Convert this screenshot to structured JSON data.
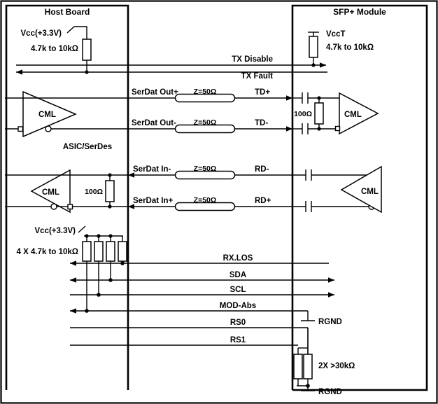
{
  "diagram": {
    "title_host": "Host Board",
    "title_module": "SFP+ Module",
    "host_supply_label": "Vcc(+3.3V)",
    "host_pullup_value": "4.7k to 10kΩ",
    "module_supply_label": "VccT",
    "module_pullup_value": "4.7k to 10kΩ",
    "asic_label": "ASIC/SerDes",
    "amp_tx_host": "CML",
    "amp_tx_module": "CML",
    "amp_rx_host": "CML",
    "amp_rx_module": "CML",
    "term_tx_module": "100Ω",
    "term_rx_host": "100Ω",
    "host_bank_supply": "Vcc(+3.3V)",
    "host_bank_value": "4 X 4.7k to 10kΩ",
    "rs_resistor_value": "2X  >30kΩ",
    "rgnd_top": "RGND",
    "rgnd_bottom": "RGND",
    "impedance": "Z=50Ω",
    "colors": {
      "ink": "#000000",
      "paper": "#ffffff"
    },
    "signals": {
      "tx_disable": "TX Disable",
      "tx_fault": "TX Fault",
      "serdat_out_p": "SerDat Out+",
      "serdat_out_n": "SerDat Out-",
      "td_p": "TD+",
      "td_n": "TD-",
      "serdat_in_n": "SerDat In-",
      "serdat_in_p": "SerDat In+",
      "rd_n": "RD-",
      "rd_p": "RD+",
      "rx_los": "RX.LOS",
      "sda": "SDA",
      "scl": "SCL",
      "mod_abs": "MOD-Abs",
      "rs0": "RS0",
      "rs1": "RS1"
    },
    "impedance_labels": {
      "tx_p": "Z=50Ω",
      "tx_n": "Z=50Ω",
      "rx_n": "Z=50Ω",
      "rx_p": "Z=50Ω"
    }
  }
}
